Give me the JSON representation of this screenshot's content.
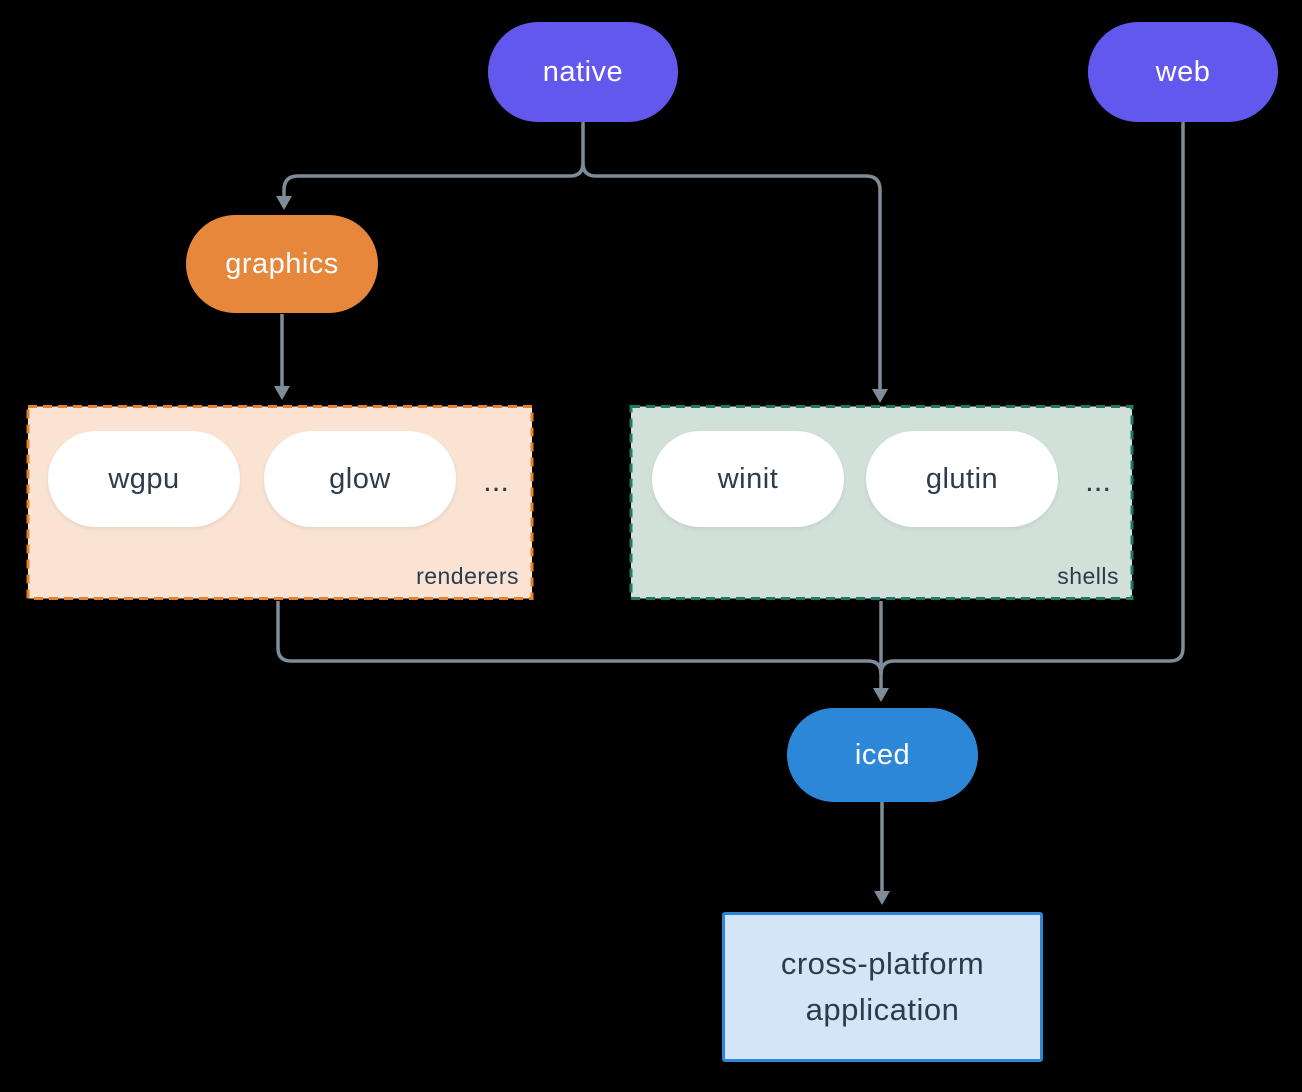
{
  "diagram": {
    "nodes": {
      "native": "native",
      "web": "web",
      "graphics": "graphics",
      "iced": "iced",
      "app_line1": "cross-platform",
      "app_line2": "application"
    },
    "groups": {
      "renderers": {
        "label": "renderers",
        "items": [
          "wgpu",
          "glow"
        ],
        "more": "..."
      },
      "shells": {
        "label": "shells",
        "items": [
          "winit",
          "glutin"
        ],
        "more": "..."
      }
    },
    "colors": {
      "platform_pill": "#6358ee",
      "graphics_pill": "#e6873c",
      "iced_pill": "#2d87d8",
      "renderers_bg": "#fae3d3",
      "renderers_border": "#e8822a",
      "shells_bg": "#d2e0da",
      "shells_border": "#1d7a66",
      "app_bg": "#d3e5f6",
      "app_border": "#2d87d8",
      "connector": "#7e8b99",
      "text_dark": "#2c3c4c",
      "text_light": "#ffffff",
      "background": "#000000"
    }
  }
}
